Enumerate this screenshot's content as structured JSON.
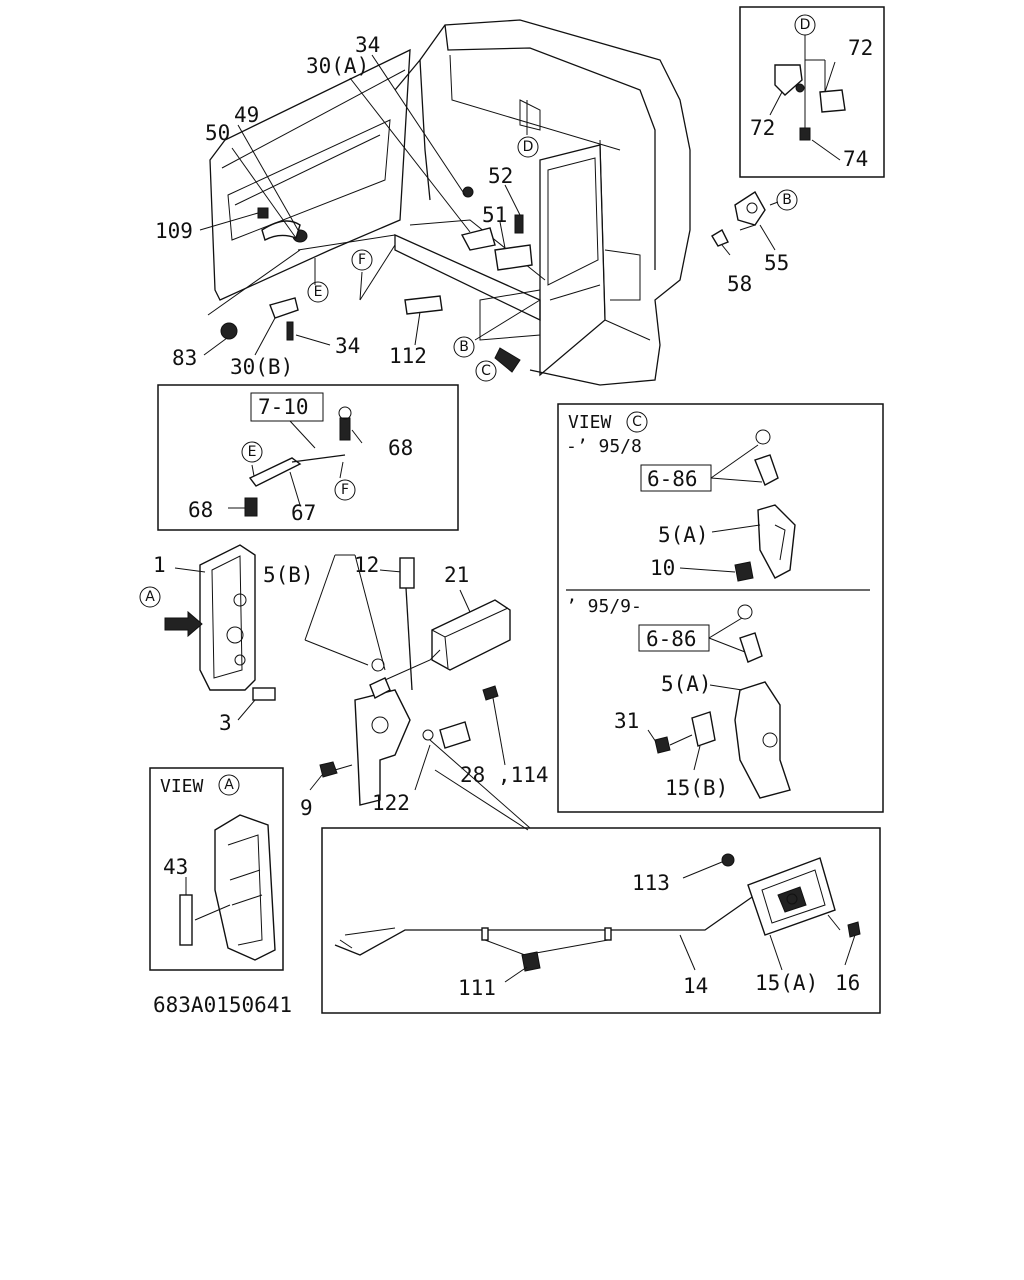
{
  "diagram_id": "683A0150641",
  "labels": {
    "l34a": "34",
    "l30a": "30(A)",
    "l49": "49",
    "l50": "50",
    "l109": "109",
    "l52": "52",
    "l51": "51",
    "l83": "83",
    "l30b": "30(B)",
    "l34b": "34",
    "l112": "112",
    "l72a": "72",
    "l72b": "72",
    "l74": "74",
    "l55": "55",
    "l58": "58",
    "l710": "7-10",
    "l68a": "68",
    "l68b": "68",
    "l67": "67",
    "l1": "1",
    "l3": "3",
    "l5b": "5(B)",
    "l12": "12",
    "l21": "21",
    "l9": "9",
    "l122": "122",
    "l28": "28 ,114",
    "viewc": "VIEW",
    "viewc_p1": "-’ 95/8",
    "l686a": "6-86",
    "l5a_1": "5(A)",
    "l10": "10",
    "viewc_p2": "’ 95/9-",
    "l686b": "6-86",
    "l5a_2": "5(A)",
    "l31": "31",
    "l15b": "15(B)",
    "viewa": "VIEW",
    "l43": "43",
    "l113": "113",
    "l111": "111",
    "l14": "14",
    "l15a": "15(A)",
    "l16": "16"
  },
  "callouts": {
    "A": "A",
    "B": "B",
    "C": "C",
    "D": "D",
    "E": "E",
    "F": "F"
  }
}
